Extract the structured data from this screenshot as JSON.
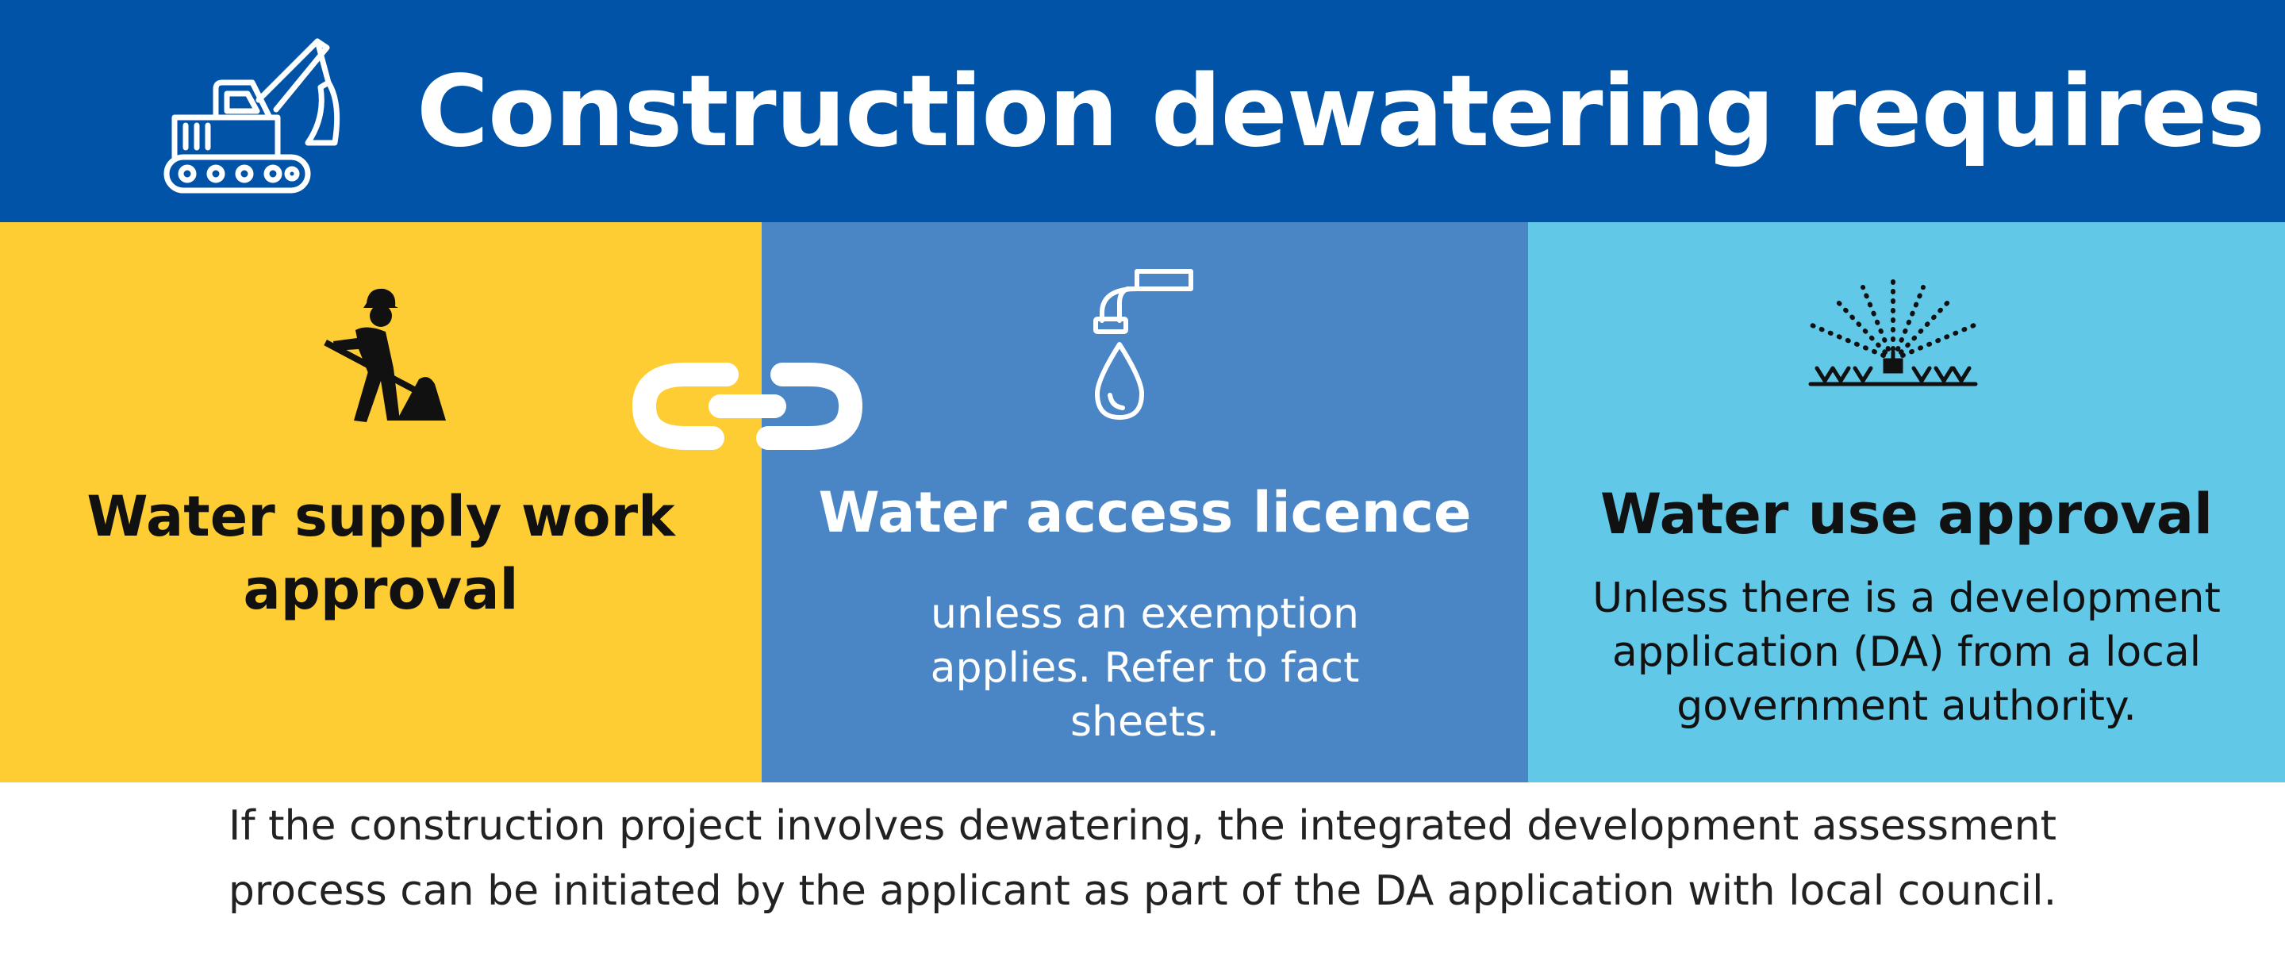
{
  "header": {
    "title": "Construction dewatering requires",
    "icon": "excavator-icon",
    "background": "#0053a6"
  },
  "panels": [
    {
      "heading": "Water supply work approval",
      "icon": "construction-worker-icon",
      "background": "#fdcd33"
    },
    {
      "heading": "Water access licence",
      "body": "unless an exemption applies. Refer to fact sheets.",
      "icon": "water-tap-drop-icon",
      "background": "#4a86c5"
    },
    {
      "heading": "Water use approval",
      "body": "Unless there is a development application (DA) from a local government authority.",
      "icon": "sprinkler-icon",
      "background": "#62c8e8"
    }
  ],
  "link_icon": "chain-link-icon",
  "footer": {
    "text": "If the construction project involves dewatering, the integrated development assessment process can be initiated by the applicant as part of the DA application with local council."
  }
}
